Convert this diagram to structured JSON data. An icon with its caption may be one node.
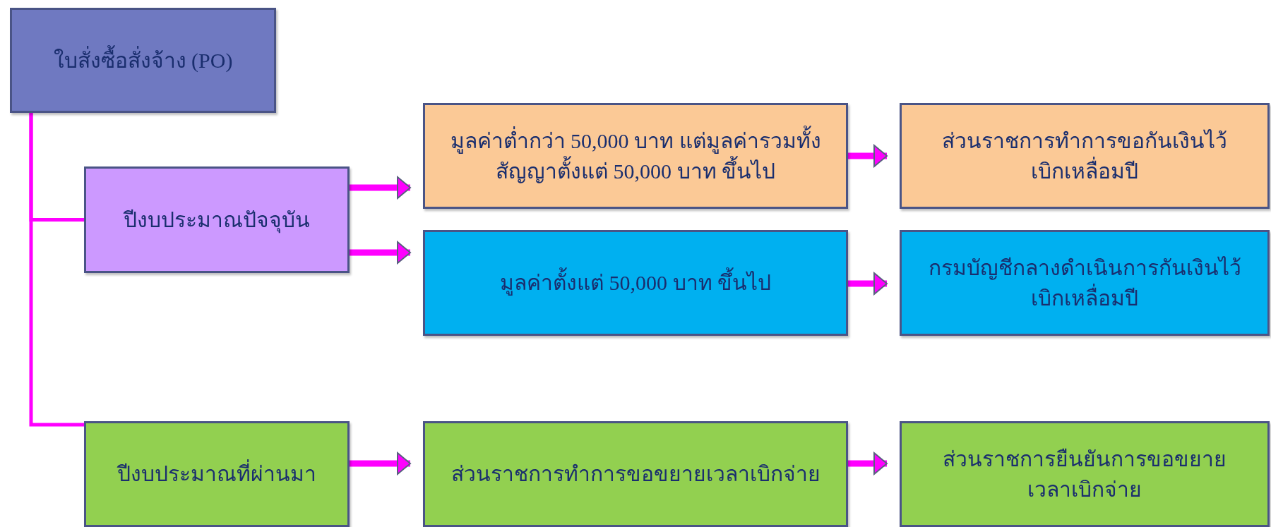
{
  "diagram": {
    "nodes": [
      {
        "text": [
          "ใบสั่งซื้อสั่งจ้าง (PO)"
        ]
      },
      {
        "text": [
          "ปีงบประมาณปัจจุบัน"
        ]
      },
      {
        "text": [
          "ปีงบประมาณที่ผ่านมา"
        ]
      },
      {
        "text": [
          "มูลค่าต่ำกว่า 50,000 บาท แต่มูลค่ารวมทั้งสัญญาตั้งแต่ 50,000 บาท ขึ้นไป"
        ]
      },
      {
        "text": [
          "มูลค่าตั้งแต่ 50,000 บาท ขึ้นไป"
        ]
      },
      {
        "text": [
          "ส่วนราชการทำการขอขยายเวลาเบิกจ่าย"
        ]
      },
      {
        "text": [
          "ส่วนราชการทำการขอกันเงินไว้เบิกเหลื่อมปี"
        ]
      },
      {
        "text": [
          "กรมบัญชีกลางดำเนินการกันเงินไว้เบิกเหลื่อมปี"
        ]
      },
      {
        "text": [
          "ส่วนราชการยืนยันการขอขยายเวลาเบิกจ่าย"
        ]
      }
    ],
    "edges": [
      {
        "from": 0,
        "to": 1,
        "arrow": "none"
      },
      {
        "from": 0,
        "to": 2,
        "arrow": "none"
      },
      {
        "from": 1,
        "to": 3,
        "arrow": "to"
      },
      {
        "from": 1,
        "to": 4,
        "arrow": "to"
      },
      {
        "from": 2,
        "to": 5,
        "arrow": "to"
      },
      {
        "from": 3,
        "to": 6,
        "arrow": "to"
      },
      {
        "from": 4,
        "to": 7,
        "arrow": "to"
      },
      {
        "from": 5,
        "to": 8,
        "arrow": "to"
      }
    ]
  }
}
